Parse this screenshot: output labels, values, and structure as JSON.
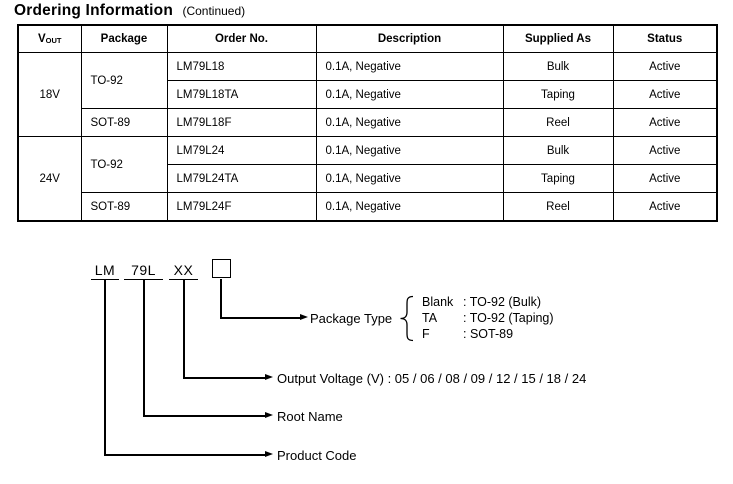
{
  "title": {
    "main": "Ordering Information",
    "suffix": "(Continued)"
  },
  "table": {
    "headers": {
      "vout_main": "V",
      "vout_sub": "OUT",
      "package": "Package",
      "order_no": "Order No.",
      "description": "Description",
      "supplied_as": "Supplied As",
      "status": "Status"
    },
    "groups": [
      {
        "vout": "18V",
        "packages": [
          {
            "name": "TO-92",
            "orders": [
              {
                "order_no": "LM79L18",
                "description": "0.1A, Negative",
                "supplied_as": "Bulk",
                "status": "Active"
              },
              {
                "order_no": "LM79L18TA",
                "description": "0.1A, Negative",
                "supplied_as": "Taping",
                "status": "Active"
              }
            ]
          },
          {
            "name": "SOT-89",
            "orders": [
              {
                "order_no": "LM79L18F",
                "description": "0.1A, Negative",
                "supplied_as": "Reel",
                "status": "Active"
              }
            ]
          }
        ]
      },
      {
        "vout": "24V",
        "packages": [
          {
            "name": "TO-92",
            "orders": [
              {
                "order_no": "LM79L24",
                "description": "0.1A, Negative",
                "supplied_as": "Bulk",
                "status": "Active"
              },
              {
                "order_no": "LM79L24TA",
                "description": "0.1A, Negative",
                "supplied_as": "Taping",
                "status": "Active"
              }
            ]
          },
          {
            "name": "SOT-89",
            "orders": [
              {
                "order_no": "LM79L24F",
                "description": "0.1A, Negative",
                "supplied_as": "Reel",
                "status": "Active"
              }
            ]
          }
        ]
      }
    ]
  },
  "diagram": {
    "segments": [
      "LM",
      "79L",
      "XX"
    ],
    "package_type": {
      "label": "Package Type",
      "options": [
        {
          "code": "Blank",
          "value": ": TO-92 (Bulk)"
        },
        {
          "code": "TA",
          "value": ": TO-92 (Taping)"
        },
        {
          "code": "F",
          "value": ": SOT-89"
        }
      ]
    },
    "output_voltage": "Output Voltage (V)  :  05 / 06 / 08 / 09 / 12 / 15 / 18 / 24",
    "root_name": "Root Name",
    "product_code": "Product Code"
  }
}
